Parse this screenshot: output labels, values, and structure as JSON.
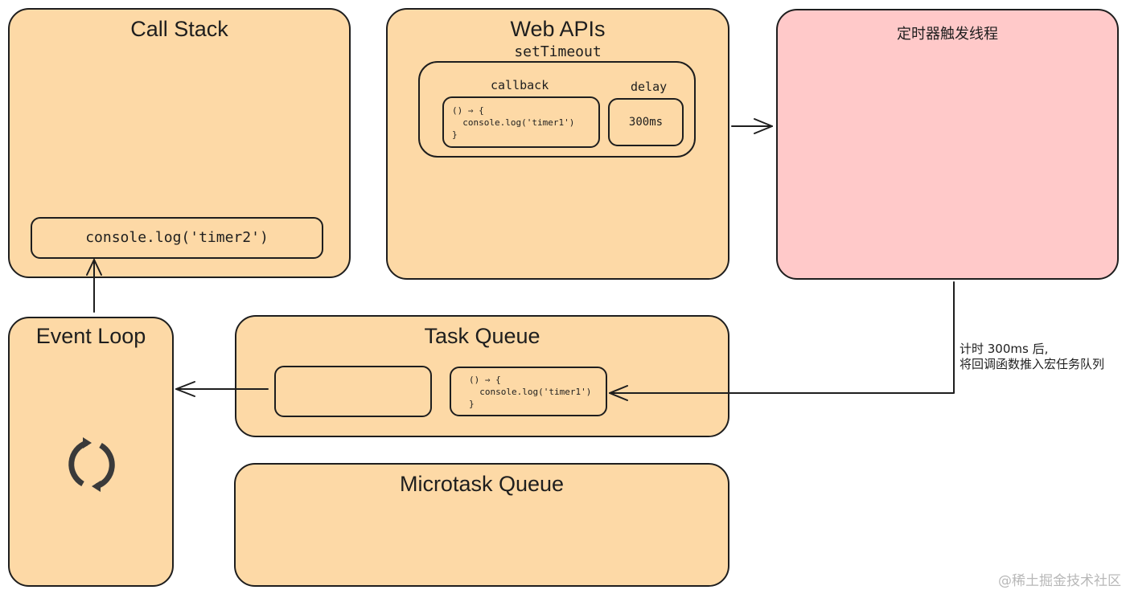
{
  "call_stack": {
    "title": "Call Stack",
    "entry": "console.log('timer2')"
  },
  "web_apis": {
    "title": "Web APIs",
    "api_name": "setTimeout",
    "callback_label": "callback",
    "delay_label": "delay",
    "callback_code": "() ⇒ {\n  console.log('timer1')\n}",
    "delay_value": "300ms"
  },
  "timer_thread": {
    "title": "定时器触发线程"
  },
  "timer_note": {
    "line1": "计时 300ms 后,",
    "line2": "将回调函数推入宏任务队列"
  },
  "event_loop": {
    "title": "Event Loop",
    "icon": "refresh-icon"
  },
  "task_queue": {
    "title": "Task Queue",
    "task_code": "() ⇒ {\n  console.log('timer1')\n}"
  },
  "microtask_queue": {
    "title": "Microtask Queue"
  },
  "watermark": "@稀土掘金技术社区",
  "colors": {
    "box_fill": "#fdd9a6",
    "thread_fill": "#ffc9c9",
    "stroke": "#1e1e1e"
  }
}
